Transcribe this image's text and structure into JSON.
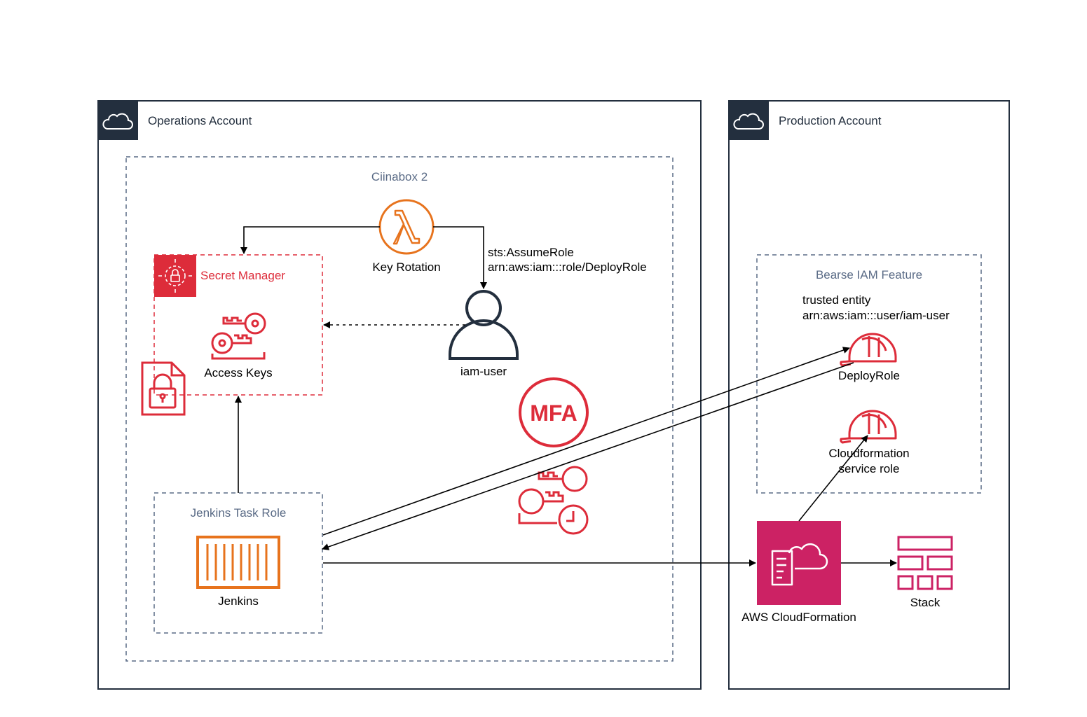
{
  "accounts": {
    "operations": {
      "title": "Operations Account"
    },
    "production": {
      "title": "Production Account"
    }
  },
  "groups": {
    "ciinabox": {
      "title": "Ciinabox 2"
    },
    "secret_manager": {
      "title": "Secret Manager"
    },
    "jenkins_task_role": {
      "title": "Jenkins Task Role"
    },
    "bearse_iam": {
      "title": "Bearse IAM Feature"
    }
  },
  "nodes": {
    "key_rotation": {
      "label": "Key Rotation",
      "icon": "lambda-icon"
    },
    "iam_user": {
      "label": "iam-user",
      "icon": "user-icon"
    },
    "access_keys": {
      "label": "Access Keys",
      "icon": "keys-icon"
    },
    "jenkins": {
      "label": "Jenkins",
      "icon": "container-icon"
    },
    "mfa": {
      "label": "MFA",
      "icon": "mfa-icon"
    },
    "deploy_role": {
      "label": "DeployRole",
      "icon": "helmet-icon"
    },
    "cfn_role": {
      "line1": "Cloudformation",
      "line2": "service role",
      "icon": "helmet-icon"
    },
    "cloudformation": {
      "label": "AWS CloudFormation",
      "icon": "cloudformation-icon"
    },
    "stack": {
      "label": "Stack",
      "icon": "stack-icon"
    }
  },
  "annotations": {
    "assume_role": {
      "line1": "sts:AssumeRole",
      "line2": "arn:aws:iam:::role/DeployRole"
    },
    "trusted_entity": {
      "line1": "trusted entity",
      "line2": "arn:aws:iam:::user/iam-user"
    }
  },
  "colors": {
    "account_header": "#232f3e",
    "group_border": "#5a6b86",
    "secret_red": "#dd2c3a",
    "lambda_orange": "#e7731d",
    "cloudformation_pink": "#cc2264"
  }
}
